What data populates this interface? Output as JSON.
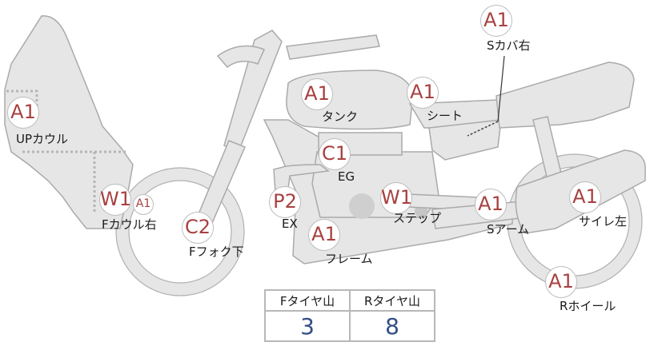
{
  "parts": [
    {
      "id": "sheet",
      "grade": "A1",
      "label": "シート"
    },
    {
      "id": "scover-r",
      "grade": "A1",
      "label": "Sカバ右"
    },
    {
      "id": "upcowl",
      "grade": "A1",
      "label": "UPカウル"
    },
    {
      "id": "tank",
      "grade": "A1",
      "label": "タンク"
    },
    {
      "id": "eg",
      "grade": "C1",
      "label": "EG"
    },
    {
      "id": "fcowl-r",
      "grade": "W1",
      "grade2": "A1",
      "label": "Fカウル右"
    },
    {
      "id": "ffork-lower",
      "grade": "C2",
      "label": "Fフォク下"
    },
    {
      "id": "ex",
      "grade": "P2",
      "label": "EX"
    },
    {
      "id": "step",
      "grade": "W1",
      "label": "ステップ"
    },
    {
      "id": "frame",
      "grade": "A1",
      "label": "フレーム"
    },
    {
      "id": "sarm",
      "grade": "A1",
      "label": "Sアーム"
    },
    {
      "id": "silencer-l",
      "grade": "A1",
      "label": "サイレ左"
    },
    {
      "id": "rwheel",
      "grade": "A1",
      "label": "Rホイール"
    }
  ],
  "tire_table": {
    "headers": [
      "Fタイヤ山",
      "Rタイヤ山"
    ],
    "values": [
      "3",
      "8"
    ]
  },
  "colors": {
    "body_fill": "#e6e6e6",
    "grade_text": "#a84040",
    "table_value": "#334f86"
  }
}
